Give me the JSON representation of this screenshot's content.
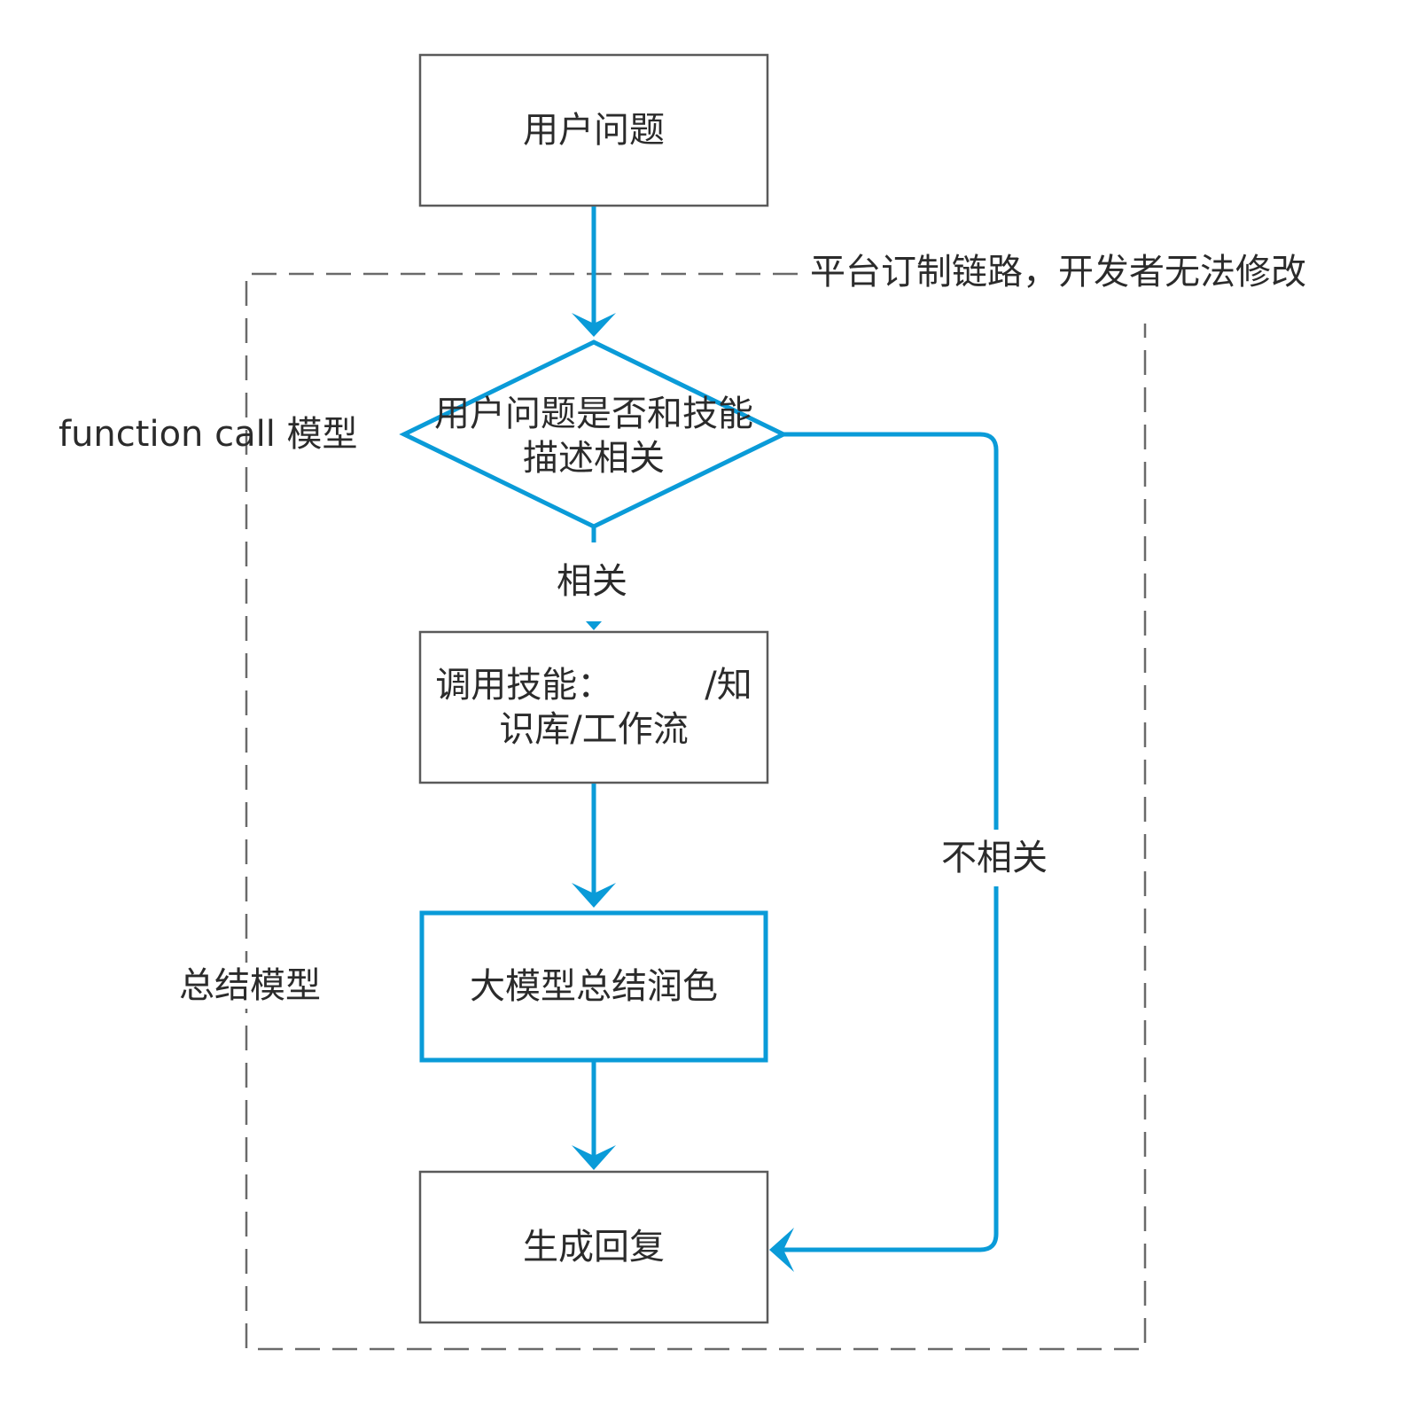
{
  "colors": {
    "flow_blue": "#0a9bd8",
    "box_border": "#5a5a5a",
    "dashed_border": "#6a6a6a",
    "text": "#2b2b2b"
  },
  "diagram": {
    "region_label": "平台订制链路，开发者无法修改",
    "side_labels": {
      "function_call": "function call 模型",
      "summary_model": "总结模型"
    },
    "nodes": {
      "user_question": "用户问题",
      "decision_line1": "用户问题是否和技能",
      "decision_line2": "描述相关",
      "invoke_skill_line1_prefix": "调用技能：",
      "invoke_skill_line1_suffix": "/知",
      "invoke_skill_line2": "识库/工作流",
      "llm_summary": "大模型总结润色",
      "generate_reply": "生成回复"
    },
    "edges": {
      "relevant": "相关",
      "not_relevant": "不相关"
    }
  }
}
